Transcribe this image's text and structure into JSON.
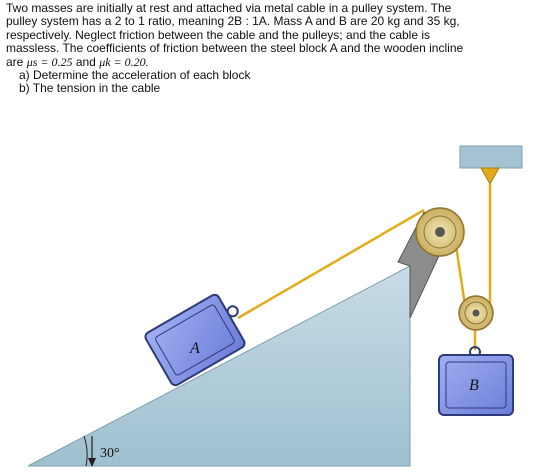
{
  "problem": {
    "line1": "Two masses are initially at rest and attached via metal cable in a pulley system.  The",
    "line2": "pulley system has a 2 to 1 ratio, meaning 2B : 1A.  Mass A and B are 20 kg and 35 kg,",
    "line3": "respectively.  Neglect friction between the cable and the pulleys; and the cable is",
    "line4": "massless.  The coefficients of friction between the steel block A and the wooden incline",
    "line5_prefix": "are",
    "mu_s": "μs = 0.25",
    "line5_and": "and",
    "mu_k": "μk = 0.20.",
    "task_a": "a)  Determine the acceleration of each block",
    "task_b": "b)  The tension in the cable"
  },
  "figure": {
    "block_a_label": "A",
    "block_b_label": "B",
    "angle_label": "30°",
    "colors": {
      "incline": "#a9c9d8",
      "ceiling": "#a4c2d2",
      "block": "#7f8fe6",
      "cable": "#e3ab1a",
      "pulley": "#d9c27a",
      "bracket": "#8c8c8c"
    }
  }
}
